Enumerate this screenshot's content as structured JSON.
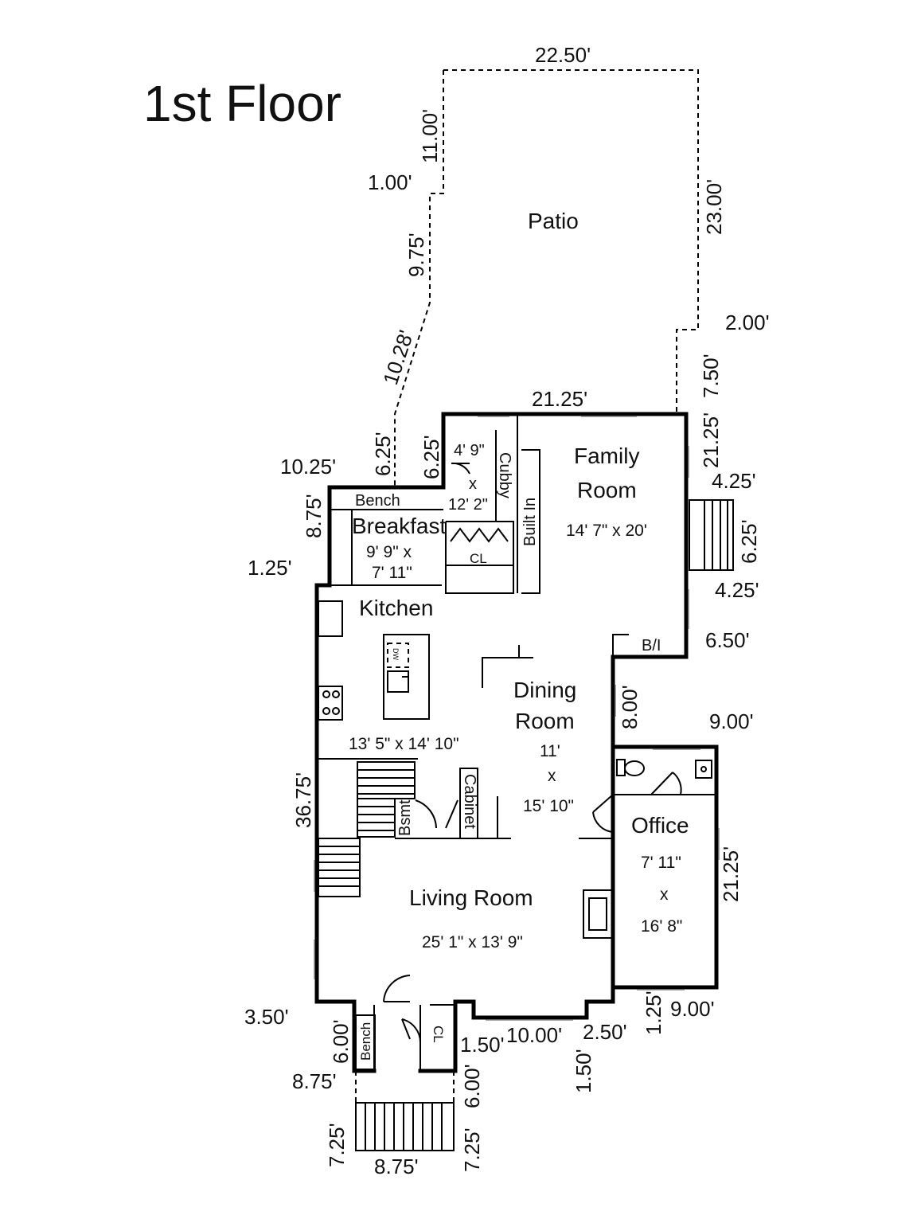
{
  "title": "1st Floor",
  "rooms": {
    "patio": "Patio",
    "family_1": "Family",
    "family_2": "Room",
    "family_size": "14' 7\" x 20'",
    "closet_w": "4' 9\"",
    "closet_x": "x",
    "closet_h": "12' 2\"",
    "cubby": "Cubby",
    "built_in": "Built In",
    "bench_top": "Bench",
    "breakfast": "Breakfast",
    "breakfast_size_1": "9' 9\" x",
    "breakfast_size_2": "7' 11\"",
    "cl_top": "CL",
    "kitchen": "Kitchen",
    "kitchen_size": "13' 5\" x 14' 10\"",
    "dw": "DW",
    "bi": "B/I",
    "dining_1": "Dining",
    "dining_2": "Room",
    "dining_size_1": "11'",
    "dining_size_2": "x",
    "dining_size_3": "15' 10\"",
    "cabinet": "Cabinet",
    "bsmt": "Bsmt",
    "office": "Office",
    "office_size_1": "7' 11\"",
    "office_size_2": "x",
    "office_size_3": "16' 8\"",
    "living": "Living Room",
    "living_size": "25' 1\" x 13' 9\"",
    "bench_bottom": "Bench",
    "cl_bottom": "CL"
  },
  "dimensions": {
    "patio_top": "22.50'",
    "patio_left_upper": "11.00'",
    "patio_step": "1.00'",
    "patio_left_mid": "9.75'",
    "patio_right": "23.00'",
    "patio_diag": "10.28'",
    "patio_bottom_right": "2.00'",
    "patio_lower_right": "7.50'",
    "family_top": "21.25'",
    "family_right": "21.25'",
    "bay_top": "4.25'",
    "bay_depth": "6.25'",
    "bay_bottom": "4.25'",
    "bi_step": "6.50'",
    "dining_right": "8.00'",
    "office_top": "9.00'",
    "office_right": "21.25'",
    "office_bottom": "9.00'",
    "office_step": "1.25'",
    "breakfast_step_a": "6.25'",
    "breakfast_step_b": "6.25'",
    "breakfast_top": "10.25'",
    "breakfast_left": "8.75'",
    "kitchen_step": "1.25'",
    "left_wall": "36.75'",
    "left_bottom": "3.50'",
    "foyer_left": "6.00'",
    "foyer_bottom": "8.75'",
    "foyer_right": "6.00'",
    "porch_left": "7.25'",
    "porch_right": "7.25'",
    "porch_bottom": "8.75'",
    "front_step_a": "1.50'",
    "front_bay": "10.00'",
    "front_step_b": "2.50'",
    "front_step_c": "1.50'"
  }
}
